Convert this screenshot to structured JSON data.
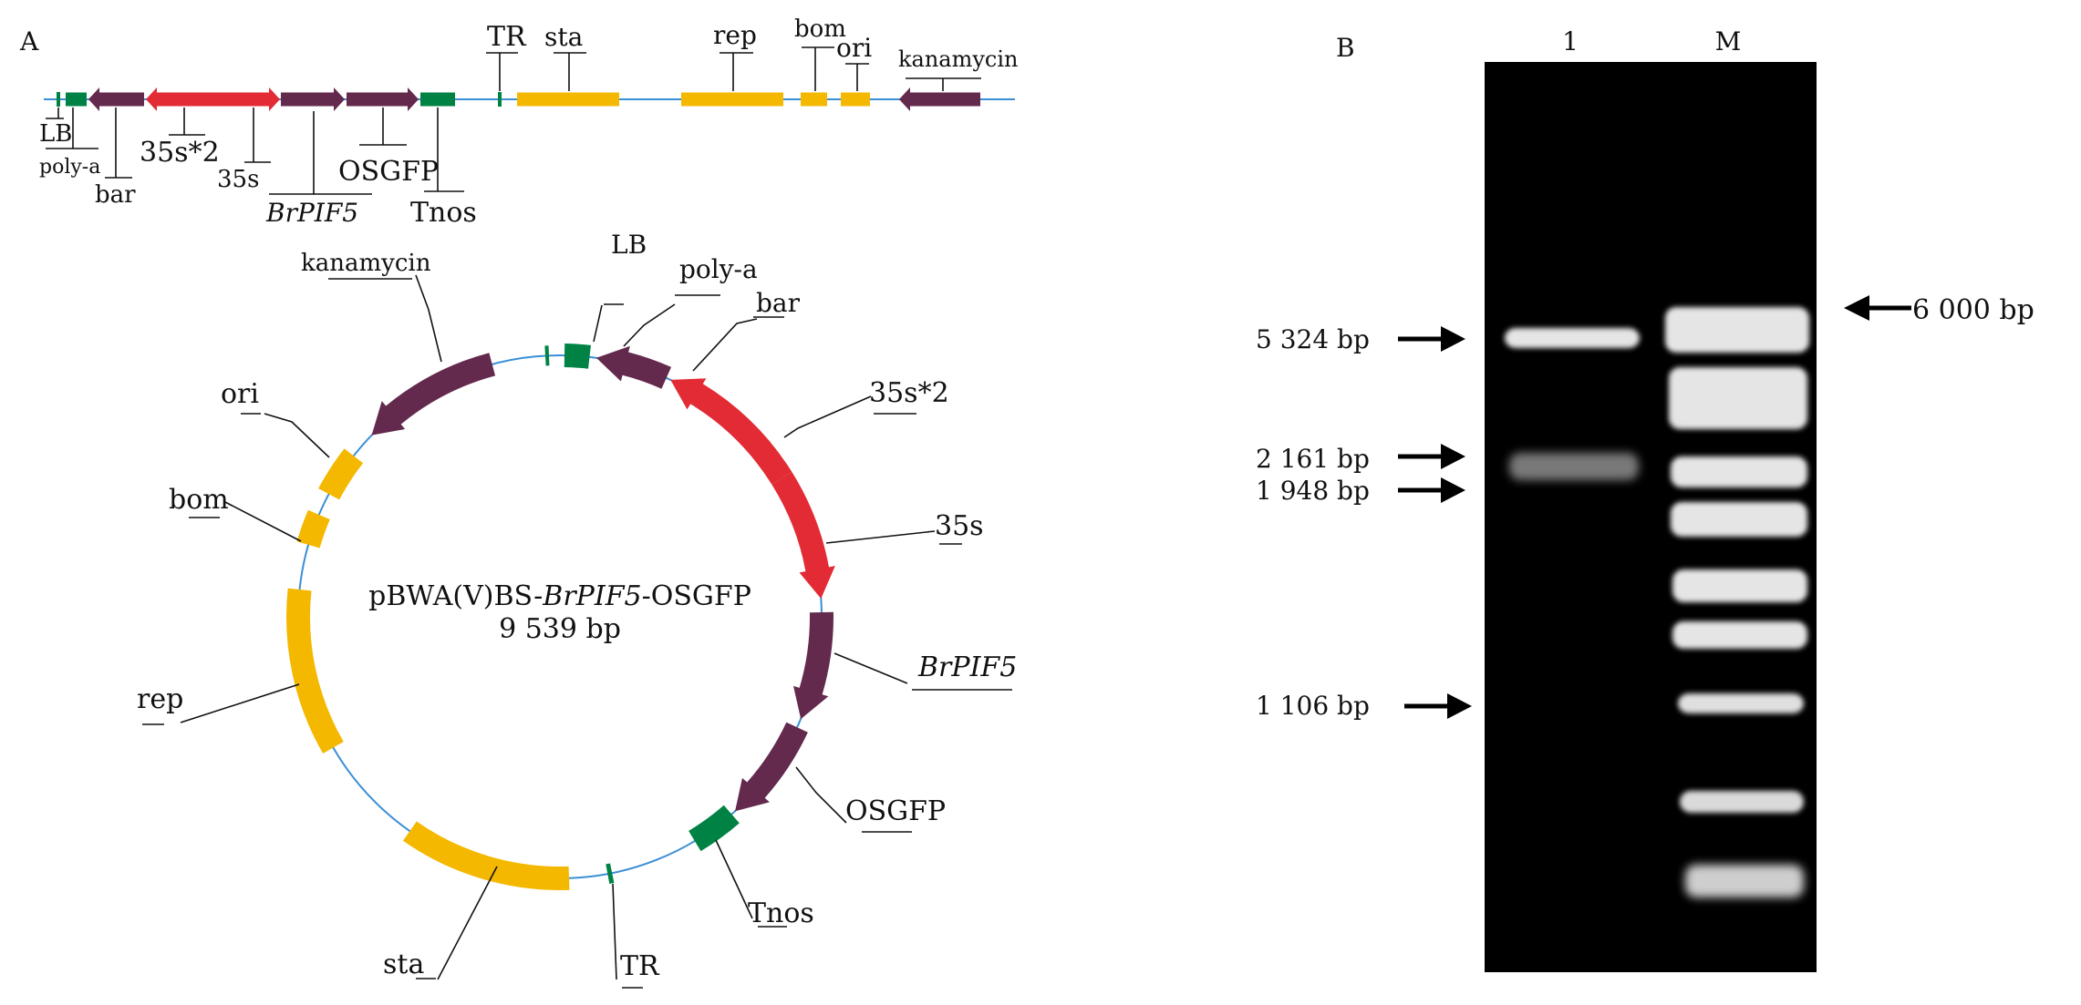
{
  "panels": {
    "a_label": "A",
    "b_label": "B"
  },
  "colors": {
    "backbone": "#3a8fd6",
    "purple": "#632a4d",
    "red": "#e22b34",
    "green": "#008244",
    "gold": "#f5b800",
    "gel": "#000000",
    "band": "#f2f2f2"
  },
  "plasmid": {
    "name_prefix": "pBWA(V)BS-",
    "name_gene": "BrPIF5",
    "name_suffix": "-OSGFP",
    "size": "9 539 bp"
  },
  "linear_map": {
    "features": [
      {
        "id": "LB",
        "label": "LB",
        "type": "tick",
        "color": "green"
      },
      {
        "id": "poly-a",
        "label": "poly-a",
        "type": "box",
        "color": "green"
      },
      {
        "id": "bar",
        "label": "bar",
        "type": "arrow-left",
        "color": "purple"
      },
      {
        "id": "35s-2",
        "label": "35s*2",
        "type": "arrow-left",
        "color": "red"
      },
      {
        "id": "35s",
        "label": "35s",
        "type": "arrow-right",
        "color": "red"
      },
      {
        "id": "BrPIF5",
        "label": "BrPIF5",
        "italic": true,
        "type": "arrow-right",
        "color": "purple"
      },
      {
        "id": "OSGFP",
        "label": "OSGFP",
        "type": "arrow-right",
        "color": "purple"
      },
      {
        "id": "Tnos",
        "label": "Tnos",
        "type": "box",
        "color": "green"
      },
      {
        "id": "TR",
        "label": "TR",
        "type": "tick",
        "color": "green"
      },
      {
        "id": "sta",
        "label": "sta",
        "type": "box",
        "color": "gold"
      },
      {
        "id": "rep",
        "label": "rep",
        "type": "box",
        "color": "gold"
      },
      {
        "id": "bom",
        "label": "bom",
        "type": "box",
        "color": "gold"
      },
      {
        "id": "ori",
        "label": "ori",
        "type": "box",
        "color": "gold"
      },
      {
        "id": "kanamycin",
        "label": "kanamycin",
        "type": "arrow-left",
        "color": "purple"
      }
    ]
  },
  "circular_map": {
    "features": [
      {
        "id": "LB",
        "label": "LB"
      },
      {
        "id": "poly-a",
        "label": "poly-a"
      },
      {
        "id": "bar",
        "label": "bar"
      },
      {
        "id": "35s-2",
        "label": "35s*2"
      },
      {
        "id": "35s",
        "label": "35s"
      },
      {
        "id": "BrPIF5",
        "label": "BrPIF5",
        "italic": true
      },
      {
        "id": "OSGFP",
        "label": "OSGFP"
      },
      {
        "id": "Tnos",
        "label": "Tnos"
      },
      {
        "id": "TR",
        "label": "TR"
      },
      {
        "id": "sta",
        "label": "sta"
      },
      {
        "id": "rep",
        "label": "rep"
      },
      {
        "id": "bom",
        "label": "bom"
      },
      {
        "id": "ori",
        "label": "ori"
      },
      {
        "id": "kanamycin",
        "label": "kanamycin"
      }
    ]
  },
  "gel": {
    "lanes": [
      {
        "id": "lane-1",
        "label": "1"
      },
      {
        "id": "lane-M",
        "label": "M"
      }
    ],
    "left_markers": [
      {
        "label": "5 324 bp",
        "bp": 5324
      },
      {
        "label": "2 161 bp",
        "bp": 2161
      },
      {
        "label": "1 948 bp",
        "bp": 1948
      },
      {
        "label": "1 106 bp",
        "bp": 1106
      }
    ],
    "right_markers": [
      {
        "label": "6 000 bp",
        "bp": 6000
      }
    ]
  }
}
